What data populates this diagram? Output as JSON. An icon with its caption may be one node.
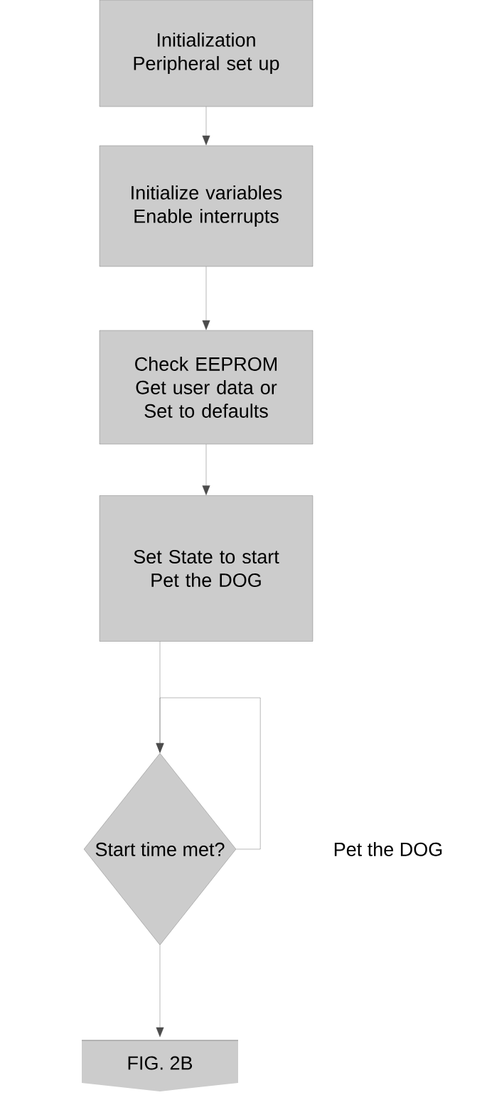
{
  "diagram": {
    "nodes": [
      {
        "text": [
          "Initialization",
          "Peripheral set up"
        ]
      },
      {
        "text": [
          "Initialize variables",
          "Enable interrupts"
        ]
      },
      {
        "text": [
          "Check EEPROM",
          "Get user data or Set to defaults"
        ]
      },
      {
        "text": [
          "Set State to start",
          "Pet the DOG"
        ]
      },
      {
        "text": [
          "Start time met?"
        ]
      },
      {
        "text": [
          "FIG. 2B"
        ]
      }
    ],
    "edges": [
      {
        "from": 0,
        "to": 1,
        "arrow": "to"
      },
      {
        "from": 1,
        "to": 2,
        "arrow": "to"
      },
      {
        "from": 2,
        "to": 3,
        "arrow": "to"
      },
      {
        "from": 3,
        "to": 4,
        "arrow": "to"
      },
      {
        "from": 4,
        "to": 4,
        "arrow": "to"
      },
      {
        "from": 4,
        "to": 5,
        "arrow": "to"
      }
    ],
    "labels": [
      "Pet the DOG"
    ]
  }
}
